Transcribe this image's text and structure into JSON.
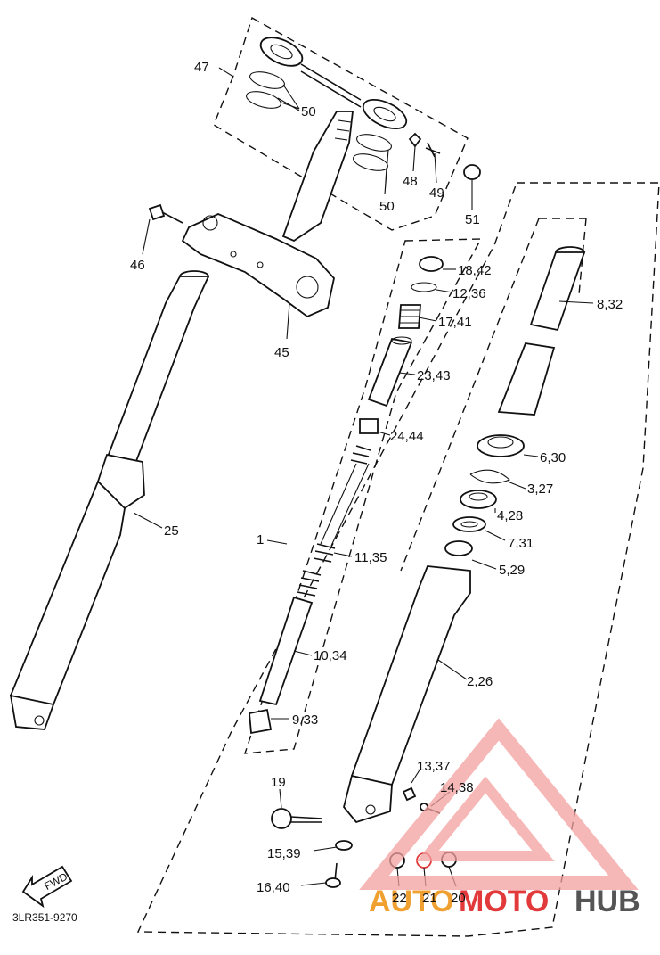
{
  "diagram_code": "3LR351-9270",
  "fwd_label": "FWD",
  "watermark": {
    "part1": "AUTO",
    "part2": "MOTO",
    "part3": "HUB"
  },
  "callouts": {
    "c47": "47",
    "c50a": "50",
    "c50b": "50",
    "c48": "48",
    "c49": "49",
    "c51": "51",
    "c46": "46",
    "c45": "45",
    "c25": "25",
    "c18": "18,42",
    "c12": "12,36",
    "c17": "17,41",
    "c23": "23,43",
    "c24": "24,44",
    "c1": "1",
    "c11": "11,35",
    "c10": "10,34",
    "c9": "9,33",
    "c8": "8,32",
    "c6": "6,30",
    "c3": "3,27",
    "c4": "4,28",
    "c7": "7,31",
    "c5": "5,29",
    "c2": "2,26",
    "c13": "13,37",
    "c14": "14,38",
    "c19": "19",
    "c15": "15,39",
    "c16": "16,40",
    "c22": "22",
    "c21": "21",
    "c20": "20"
  },
  "colors": {
    "watermark_red": "#e23a3a",
    "watermark_pink": "#f4a0a0",
    "watermark_gray": "#555555"
  }
}
